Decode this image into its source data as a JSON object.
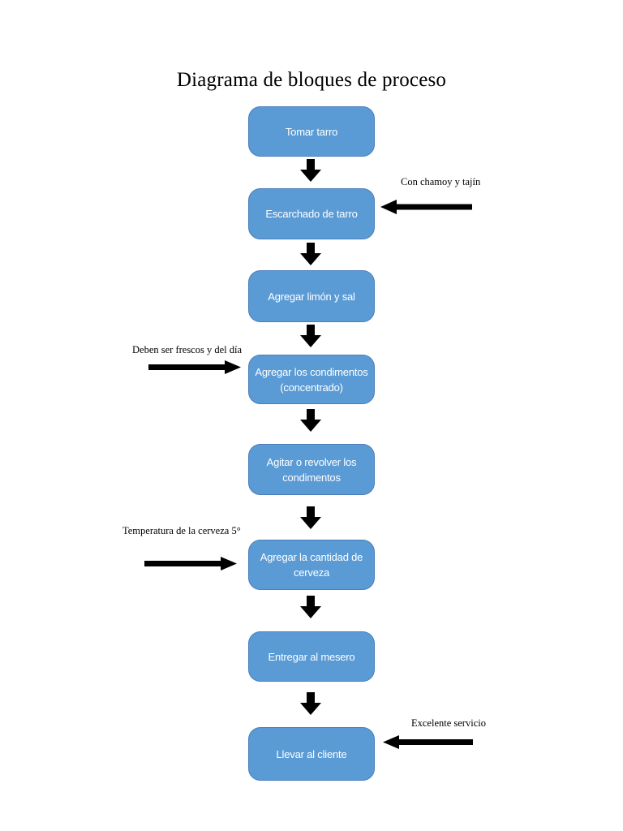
{
  "diagram": {
    "title": "Diagrama de bloques de proceso",
    "steps": [
      {
        "label": "Tomar tarro"
      },
      {
        "label": "Escarchado de tarro"
      },
      {
        "label": "Agregar limón y sal"
      },
      {
        "label": "Agregar los condimentos (concentrado)"
      },
      {
        "label": "Agitar o revolver los condimentos"
      },
      {
        "label": "Agregar la cantidad de cerveza"
      },
      {
        "label": "Entregar al mesero"
      },
      {
        "label": "Llevar al cliente"
      }
    ],
    "annotations": [
      {
        "text": "Con chamoy y tajín",
        "side": "right",
        "arrow_direction": "left"
      },
      {
        "text": "Deben ser frescos y del día",
        "side": "left",
        "arrow_direction": "right"
      },
      {
        "text": "Temperatura de la cerveza 5°",
        "side": "left",
        "arrow_direction": "right"
      },
      {
        "text": "Excelente servicio",
        "side": "right",
        "arrow_direction": "left"
      }
    ]
  },
  "colors": {
    "box_fill": "#5b9bd5",
    "box_border": "#4a7ebb",
    "box_text": "#ffffff",
    "arrow_fill": "#000000",
    "text_color": "#000000",
    "page_background": "#ffffff"
  }
}
